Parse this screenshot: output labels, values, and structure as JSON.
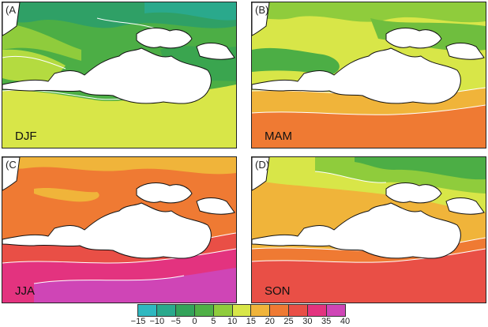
{
  "panels": [
    {
      "id": "a",
      "label": "(A",
      "season": "DJF"
    },
    {
      "id": "b",
      "label": "(B)",
      "season": "MAM"
    },
    {
      "id": "c",
      "label": "(C",
      "season": "JJA"
    },
    {
      "id": "d",
      "label": "(D)",
      "season": "SON"
    }
  ],
  "legend": {
    "ticks": [
      "−15",
      "−10",
      "−5",
      "0",
      "5",
      "10",
      "15",
      "20",
      "25",
      "30",
      "35",
      "40"
    ],
    "colors": [
      "#2fb8c0",
      "#2aa98c",
      "#33a35a",
      "#4fb046",
      "#8fcc3c",
      "#d8e648",
      "#f0b43a",
      "#ef7a33",
      "#e94f46",
      "#e3337f",
      "#cf45b6"
    ]
  },
  "colors": {
    "sea": "#ffffff",
    "coast": "#111111",
    "isoline": "#ffffff"
  }
}
